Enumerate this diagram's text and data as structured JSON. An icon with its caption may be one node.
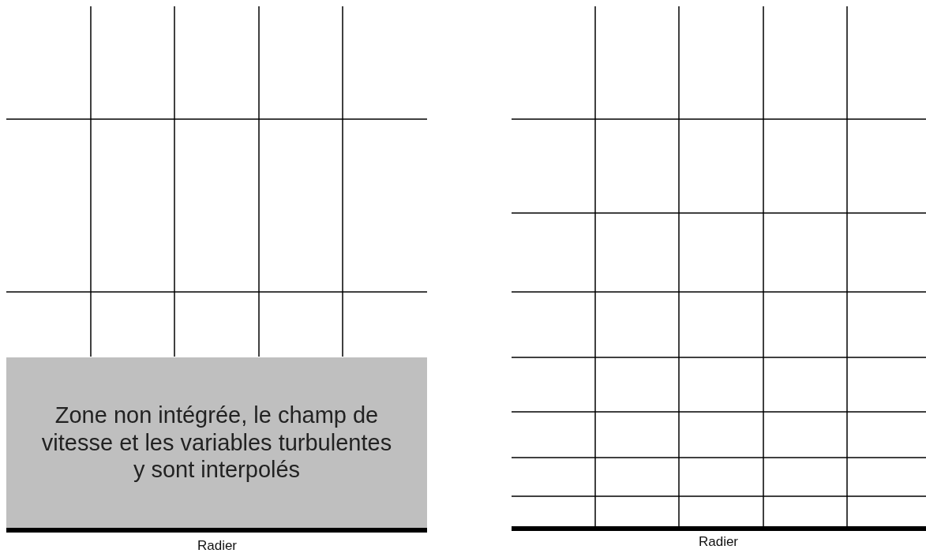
{
  "diagram": {
    "nodes": [
      {
        "text": [
          "Zone non intégrée, le champ de vitesse et les variables turbulentes y sont interpolés"
        ]
      }
    ],
    "labels": [
      "Radier",
      "Radier"
    ]
  }
}
